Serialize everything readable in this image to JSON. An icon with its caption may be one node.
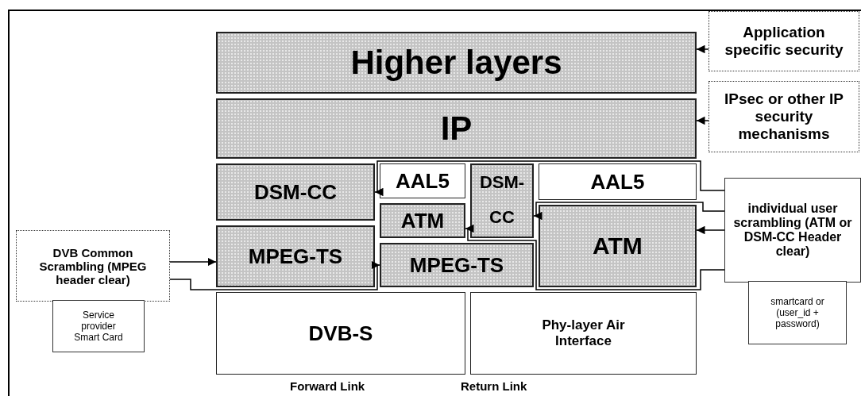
{
  "diagram": {
    "nodes": [
      {
        "text": [
          "Higher layers"
        ]
      },
      {
        "text": [
          "IP"
        ]
      },
      {
        "text": [
          "DSM-CC"
        ]
      },
      {
        "text": [
          "AAL5"
        ]
      },
      {
        "text": [
          "ATM"
        ]
      },
      {
        "text": [
          "DSM-CC"
        ]
      },
      {
        "text": [
          "AAL5"
        ]
      },
      {
        "text": [
          "ATM"
        ]
      },
      {
        "text": [
          "MPEG-TS"
        ]
      },
      {
        "text": [
          "MPEG-TS"
        ]
      },
      {
        "text": [
          "DVB-S"
        ]
      },
      {
        "text": [
          "Phy-layer Air Interface"
        ]
      },
      {
        "text": [
          "Application specific security"
        ]
      },
      {
        "text": [
          "IPsec or other IP security mechanisms"
        ]
      },
      {
        "text": [
          "individual user scrambling (ATM or DSM-CC Header clear)"
        ]
      },
      {
        "text": [
          "smartcard or (user_id + password)"
        ]
      },
      {
        "text": [
          "DVB Common Scrambling (MPEG header clear)"
        ]
      },
      {
        "text": [
          "Service provider Smart Card"
        ]
      }
    ],
    "edges": [
      {
        "from": 12,
        "to": 0,
        "arrow": "to"
      },
      {
        "from": 13,
        "to": 1,
        "arrow": "to"
      },
      {
        "from": 14,
        "to": 2,
        "arrow": "to"
      },
      {
        "from": 14,
        "to": 5,
        "arrow": "to"
      },
      {
        "from": 14,
        "to": 7,
        "arrow": "to"
      },
      {
        "from": 14,
        "to": 4,
        "arrow": "to"
      },
      {
        "from": 16,
        "to": 8,
        "arrow": "to"
      },
      {
        "from": 16,
        "to": 9,
        "arrow": "to"
      }
    ],
    "labels": [
      "Forward Link",
      "Return Link"
    ]
  }
}
